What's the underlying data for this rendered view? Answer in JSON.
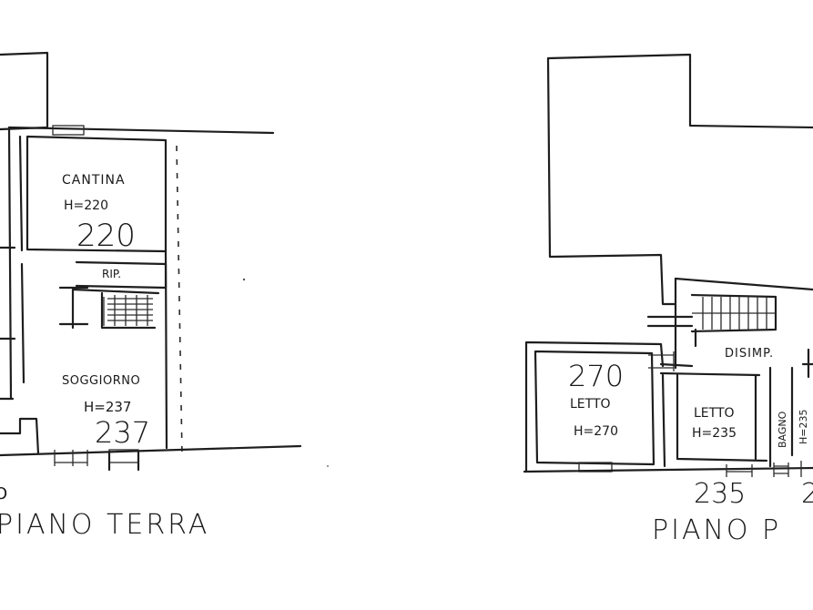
{
  "ground_floor": {
    "title": "PIANO TERRA",
    "cantina": {
      "name": "CANTINA",
      "height_label": "H=220",
      "height_value": "220"
    },
    "ripostiglio": {
      "name": "RIP."
    },
    "soggiorno": {
      "name": "SOGGIORNO",
      "height_label": "H=237",
      "height_value": "237"
    },
    "edge_mark": "O"
  },
  "first_floor": {
    "title": "PIANO P",
    "disimpegno": {
      "name": "DISIMP."
    },
    "letto_1": {
      "name": "LETTO",
      "height_label": "H=270",
      "height_value": "270"
    },
    "letto_2": {
      "name": "LETTO",
      "height_label": "H=235"
    },
    "bagno": {
      "name": "BAGNO",
      "height_label": "H=235"
    },
    "bottom_value": "235",
    "cut_value": "2"
  }
}
